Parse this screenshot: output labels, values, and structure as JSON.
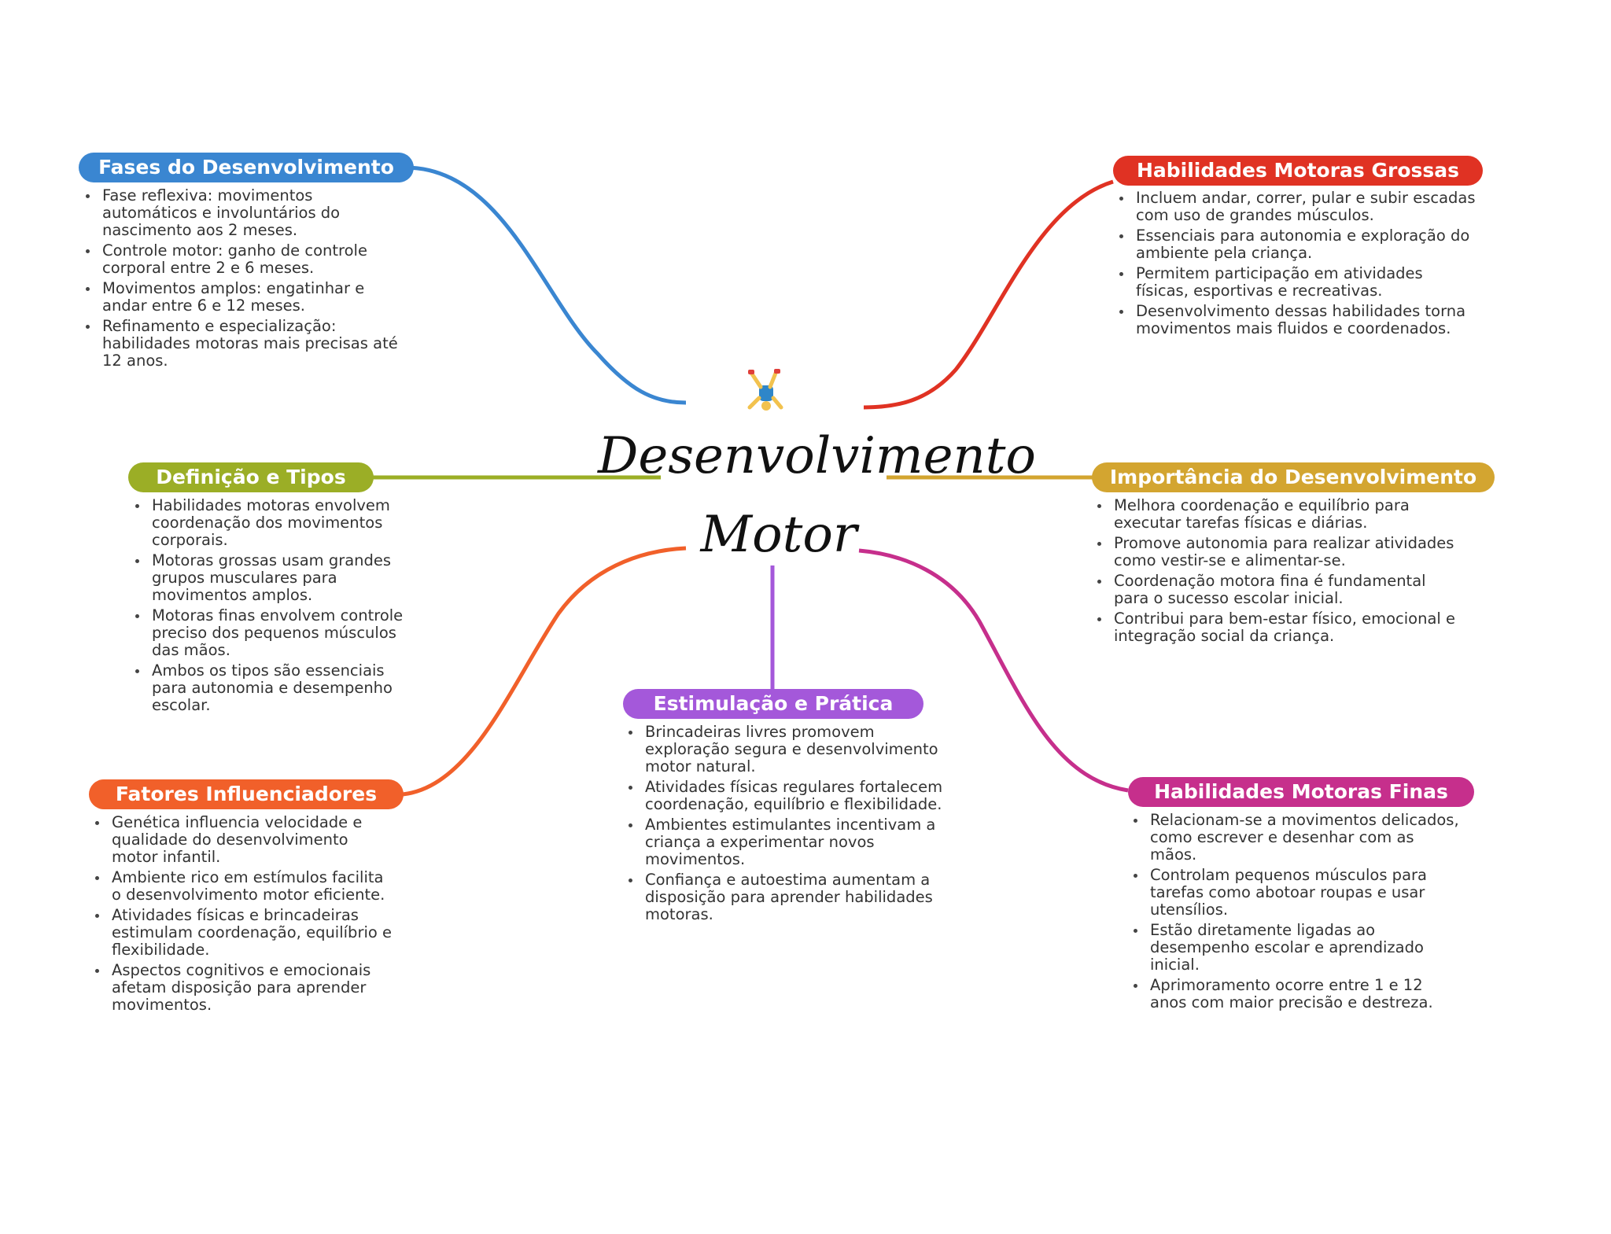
{
  "central": {
    "title_line1": "Desenvolvimento",
    "title_line2": "Motor",
    "icon": "child-gymnastics-icon"
  },
  "branches": {
    "fases": {
      "title": "Fases do Desenvolvimento",
      "color": "#3A86D1",
      "items": [
        "Fase reflexiva: movimentos automáticos e involuntários do nascimento aos 2 meses.",
        "Controle motor: ganho de controle corporal entre 2 e 6 meses.",
        "Movimentos amplos: engatinhar e andar entre 6 e 12 meses.",
        "Refinamento e especialização: habilidades motoras mais precisas até 12 anos."
      ]
    },
    "grossas": {
      "title": "Habilidades Motoras Grossas",
      "color": "#E03223",
      "items": [
        "Incluem andar, correr, pular e subir escadas com uso de grandes músculos.",
        "Essenciais para autonomia e exploração do ambiente pela criança.",
        "Permitem participação em atividades físicas, esportivas e recreativas.",
        "Desenvolvimento dessas habilidades torna movimentos mais fluidos e coordenados."
      ]
    },
    "definicao": {
      "title": "Definição e Tipos",
      "color": "#9BAE26",
      "items": [
        "Habilidades motoras envolvem coordenação dos movimentos corporais.",
        "Motoras grossas usam grandes grupos musculares para movimentos amplos.",
        "Motoras finas envolvem controle preciso dos pequenos músculos das mãos.",
        "Ambos os tipos são essenciais para autonomia e desempenho escolar."
      ]
    },
    "importancia": {
      "title": "Importância do Desenvolvimento",
      "color": "#D3A530",
      "items": [
        "Melhora coordenação e equilíbrio para executar tarefas físicas e diárias.",
        "Promove autonomia para realizar atividades como vestir-se e alimentar-se.",
        "Coordenação motora fina é fundamental para o sucesso escolar inicial.",
        "Contribui para bem-estar físico, emocional e integração social da criança."
      ]
    },
    "estimulacao": {
      "title": "Estimulação e Prática",
      "color": "#A458DA",
      "items": [
        "Brincadeiras livres promovem exploração segura e desenvolvimento motor natural.",
        "Atividades físicas regulares fortalecem coordenação, equilíbrio e flexibilidade.",
        "Ambientes estimulantes incentivam a criança a experimentar novos movimentos.",
        "Confiança e autoestima aumentam a disposição para aprender habilidades motoras."
      ]
    },
    "fatores": {
      "title": "Fatores Influenciadores",
      "color": "#F1602A",
      "items": [
        "Genética influencia velocidade e qualidade do desenvolvimento motor infantil.",
        "Ambiente rico em estímulos facilita o desenvolvimento motor eficiente.",
        "Atividades físicas e brincadeiras estimulam coordenação, equilíbrio e flexibilidade.",
        "Aspectos cognitivos e emocionais afetam disposição para aprender movimentos."
      ]
    },
    "finas": {
      "title": "Habilidades Motoras Finas",
      "color": "#C62F8C",
      "items": [
        "Relacionam-se a movimentos delicados, como escrever e desenhar com as mãos.",
        "Controlam pequenos músculos para tarefas como abotoar roupas e usar utensílios.",
        "Estão diretamente ligadas ao desempenho escolar e aprendizado inicial.",
        "Aprimoramento ocorre entre 1 e 12 anos com maior precisão e destreza."
      ]
    }
  }
}
